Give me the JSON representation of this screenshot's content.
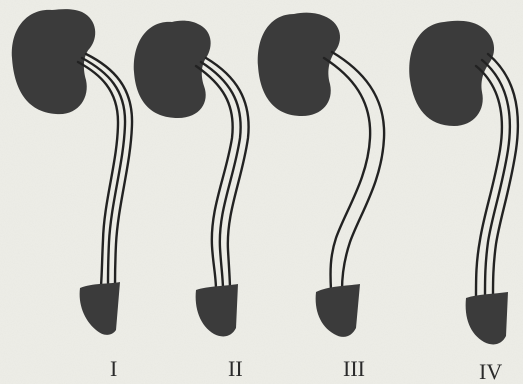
{
  "figure": {
    "colors": {
      "background": "#eeeee8",
      "organ_fill": "#3b3b3b",
      "tube_stroke": "#222222",
      "tube_fill": "#f3f3ee"
    },
    "variants": [
      {
        "label": "I",
        "ureter_lines": 3
      },
      {
        "label": "II",
        "ureter_lines": 3
      },
      {
        "label": "III",
        "ureter_lines": 2
      },
      {
        "label": "IV",
        "ureter_lines": 3
      }
    ]
  }
}
